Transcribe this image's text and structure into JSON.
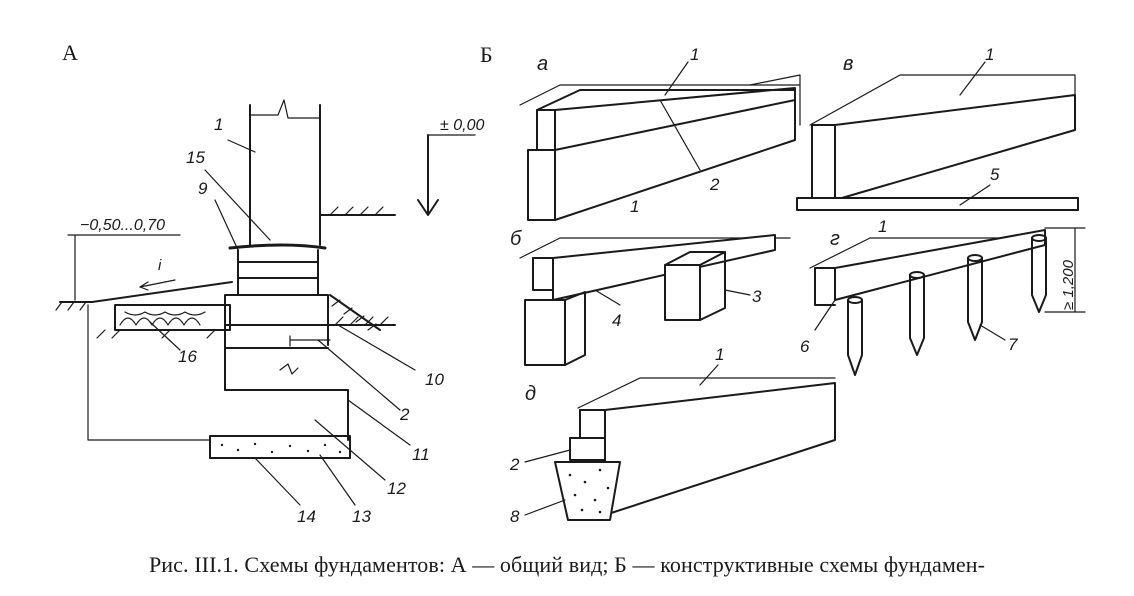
{
  "panels": {
    "A": "А",
    "B": "Б",
    "sub": {
      "a": "а",
      "b": "б",
      "v": "в",
      "g": "г",
      "d": "д"
    }
  },
  "dimensions": {
    "zero_level": "± 0,00",
    "depth_range": "−0,50...0,70",
    "pile_length": "≥ 1,200",
    "slope": "i"
  },
  "callouts": [
    "1",
    "15",
    "9",
    "10",
    "2",
    "11",
    "12",
    "13",
    "14",
    "16",
    "1",
    "2",
    "1",
    "4",
    "3",
    "1",
    "5",
    "1",
    "6",
    "7",
    "1",
    "2",
    "8"
  ],
  "caption": "Рис. III.1. Схемы фундаментов: А — общий вид; Б — конструктивные схемы фундамен-"
}
